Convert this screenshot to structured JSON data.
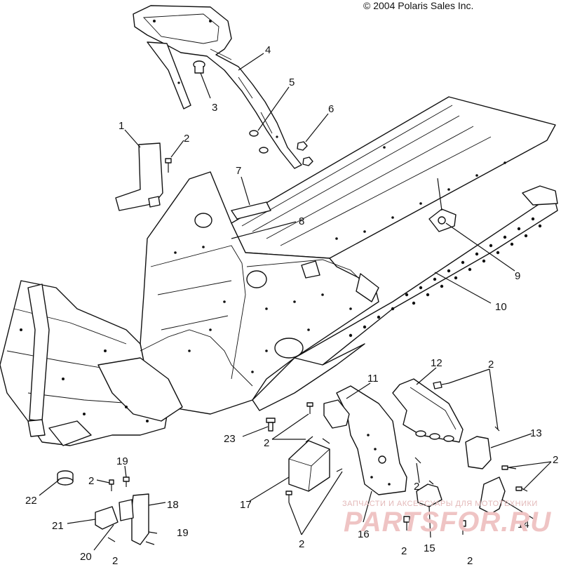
{
  "copyright": "© 2004 Polaris Sales Inc.",
  "callouts": [
    {
      "id": "c1",
      "text": "1"
    },
    {
      "id": "c2a",
      "text": "2"
    },
    {
      "id": "c3",
      "text": "3"
    },
    {
      "id": "c4",
      "text": "4"
    },
    {
      "id": "c5",
      "text": "5"
    },
    {
      "id": "c6",
      "text": "6"
    },
    {
      "id": "c7",
      "text": "7"
    },
    {
      "id": "c8",
      "text": "8"
    },
    {
      "id": "c9",
      "text": "9"
    },
    {
      "id": "c10",
      "text": "10"
    },
    {
      "id": "c11",
      "text": "11"
    },
    {
      "id": "c12",
      "text": "12"
    },
    {
      "id": "c2b",
      "text": "2"
    },
    {
      "id": "c13",
      "text": "13"
    },
    {
      "id": "c2c",
      "text": "2"
    },
    {
      "id": "c23",
      "text": "23"
    },
    {
      "id": "c2d",
      "text": "2"
    },
    {
      "id": "c19a",
      "text": "19"
    },
    {
      "id": "c2e",
      "text": "2"
    },
    {
      "id": "c22",
      "text": "22"
    },
    {
      "id": "c17",
      "text": "17"
    },
    {
      "id": "c2f",
      "text": "2"
    },
    {
      "id": "c14",
      "text": "14"
    },
    {
      "id": "c18",
      "text": "18"
    },
    {
      "id": "c21",
      "text": "21"
    },
    {
      "id": "c19b",
      "text": "19"
    },
    {
      "id": "c20",
      "text": "20"
    },
    {
      "id": "c2g",
      "text": "2"
    },
    {
      "id": "c2h",
      "text": "2"
    },
    {
      "id": "c16",
      "text": "16"
    },
    {
      "id": "c2i",
      "text": "2"
    },
    {
      "id": "c15",
      "text": "15"
    },
    {
      "id": "c2j",
      "text": "2"
    }
  ],
  "watermark": {
    "tagline": "ЗАПЧАСТИ И АКСЕССУАРЫ ДЛЯ МОТОТЕХНИКИ",
    "logo": "PARTSFOR.RU"
  }
}
